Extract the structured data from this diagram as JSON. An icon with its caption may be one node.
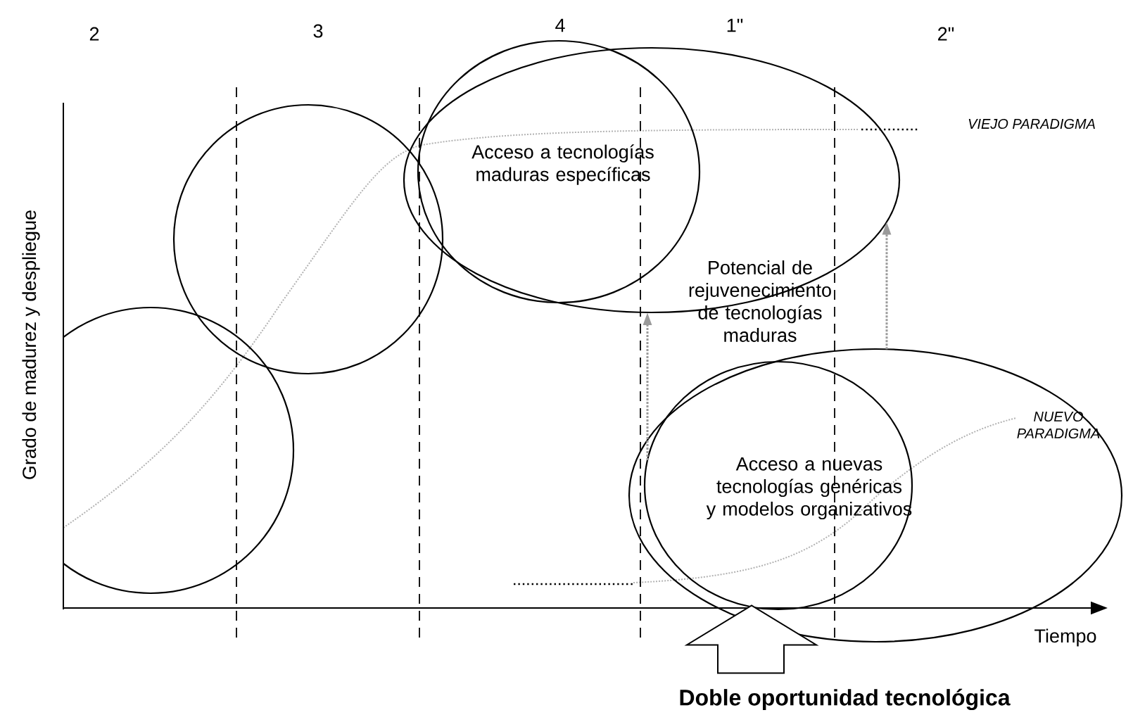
{
  "diagram": {
    "nodes": [
      {
        "text": [],
        "shape": "circle"
      },
      {
        "text": [],
        "shape": "circle"
      },
      {
        "text": [],
        "shape": "ellipse"
      },
      {
        "text": [
          "Acceso a tecnologías maduras específicas"
        ],
        "in": 2
      },
      {
        "text": [],
        "shape": "ellipse"
      },
      {
        "text": [
          "Acceso a nuevas tecnologías genéricas y modelos organizativos"
        ],
        "in": 4
      },
      {
        "text": [
          "Doble oportunidad tecnológica"
        ]
      }
    ],
    "edges": [
      {
        "from": 5,
        "to": 2,
        "arrow": "to",
        "style": "dashed",
        "color": "#9a9a9a"
      },
      {
        "from": 4,
        "to": 2,
        "arrow": "to",
        "style": "dashed",
        "color": "#9a9a9a"
      },
      {
        "from": 6,
        "to": null,
        "arrow": "to"
      }
    ],
    "labels": [
      "2",
      "3",
      "4",
      "1\"",
      "2\"",
      "VIEJO PARADIGMA",
      "Grado de madurez y despliegue",
      "Potencial de rejuvenecimiento de tecnologías maduras",
      "NUEVO PARADIGMA",
      "Tiempo"
    ]
  }
}
